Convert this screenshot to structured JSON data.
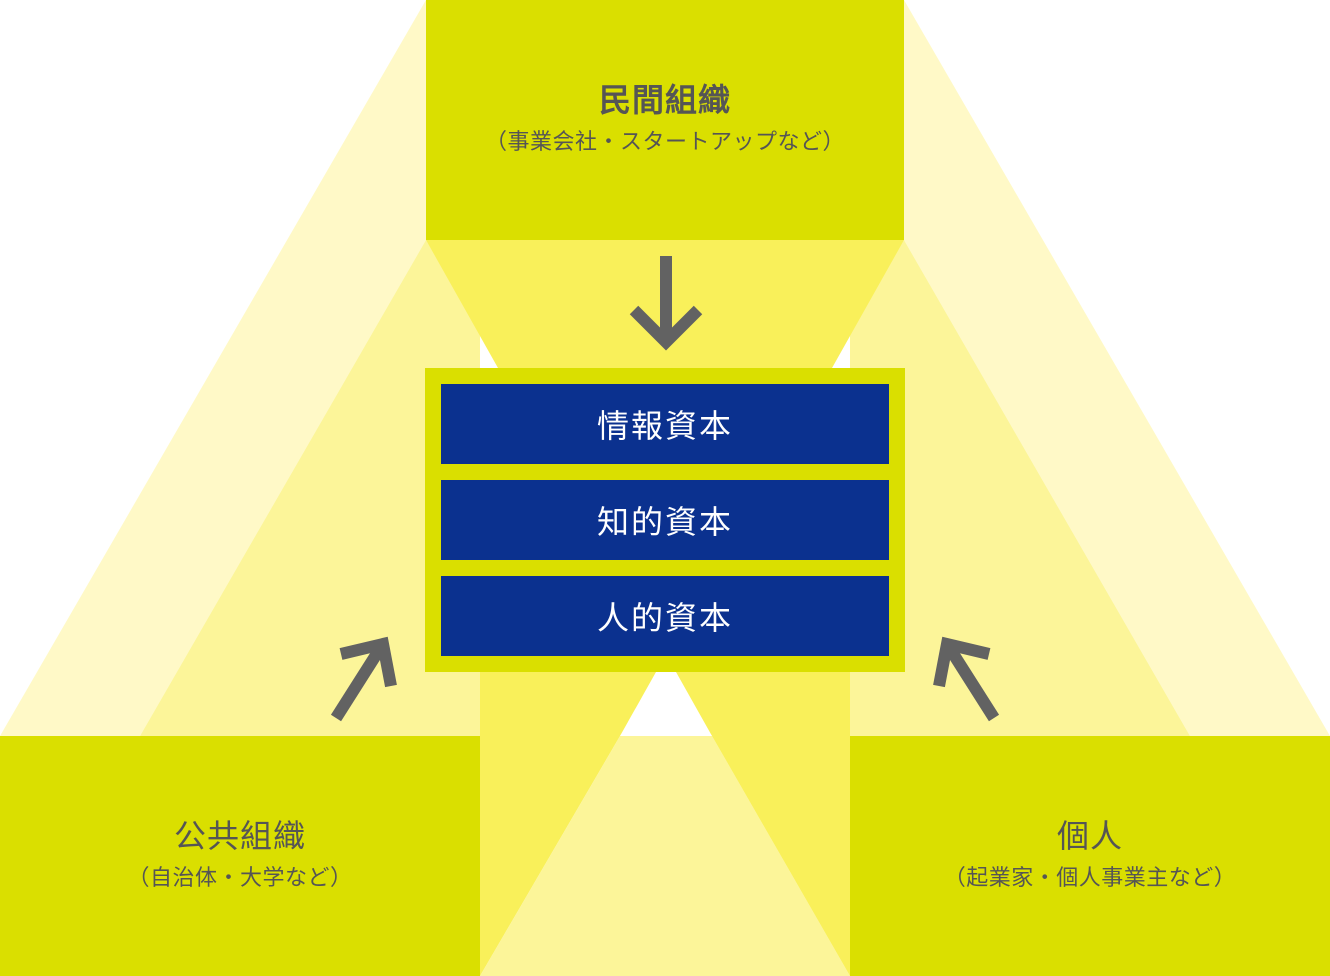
{
  "top_box": {
    "title": "民間組織",
    "subtitle": "（事業会社・スタートアップなど）"
  },
  "left_box": {
    "title": "公共組織",
    "subtitle": "（自治体・大学など）"
  },
  "right_box": {
    "title": "個人",
    "subtitle": "（起業家・個人事業主など）"
  },
  "center": {
    "capitals": [
      {
        "label": "情報資本"
      },
      {
        "label": "知的資本"
      },
      {
        "label": "人的資本"
      }
    ]
  },
  "colors": {
    "box": "#dadf00",
    "capital_bar": "#0b318f",
    "beam_pale": "#fff9c7",
    "beam_mid": "#fcf599",
    "beam_bright": "#f9f05a",
    "arrow": "#626262",
    "text_dark": "#555555"
  },
  "icons": {
    "arrow_top": "arrow-down-icon",
    "arrow_left": "arrow-up-right-icon",
    "arrow_right": "arrow-up-left-icon"
  }
}
